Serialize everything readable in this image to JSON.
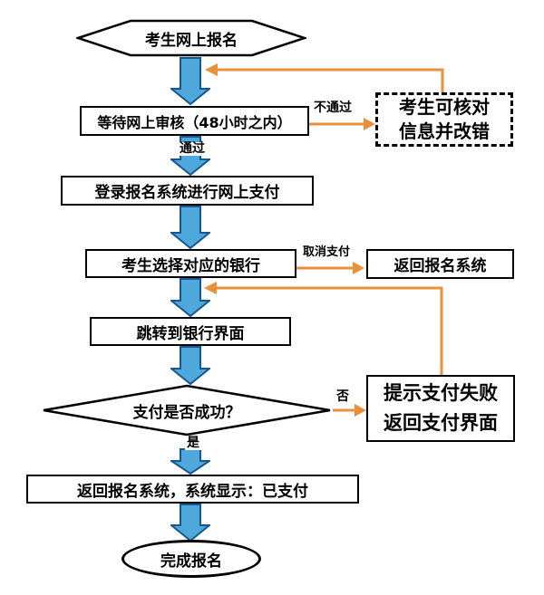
{
  "diagram_type": "flowchart",
  "colors": {
    "arrow_blue_fill": "#4FA8DC",
    "arrow_blue_border": "#17578F",
    "connector_orange": "#E8903A",
    "shape_border": "#000000",
    "background": "#FFFFFF"
  },
  "nodes": {
    "start": {
      "label": "考生网上报名"
    },
    "review": {
      "label": "等待网上审核（48小时之内）"
    },
    "correct": {
      "line1": "考生可核对",
      "line2": "信息并改错"
    },
    "login_pay": {
      "label": "登录报名系统进行网上支付"
    },
    "select_bank": {
      "label": "考生选择对应的银行"
    },
    "return_system": {
      "label": "返回报名系统"
    },
    "bank_page": {
      "label": "跳转到银行界面"
    },
    "pay_check": {
      "label": "支付是否成功？"
    },
    "pay_fail": {
      "line1": "提示支付失败",
      "line2": "返回支付界面"
    },
    "paid": {
      "label": "返回报名系统，系统显示：已支付"
    },
    "done": {
      "label": "完成报名"
    }
  },
  "edge_labels": {
    "not_pass": "不通过",
    "pass": "通过",
    "cancel_pay": "取消支付",
    "no": "否",
    "yes": "是"
  }
}
